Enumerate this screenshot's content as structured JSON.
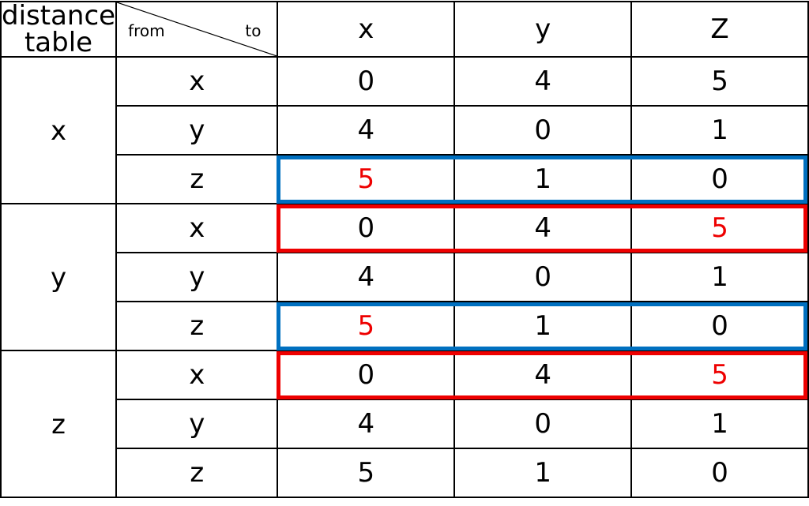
{
  "corner": {
    "title": "distance\ntable",
    "from_label": "from",
    "to_label": "to"
  },
  "columns": [
    "x",
    "y",
    "Z"
  ],
  "groups": [
    {
      "label": "x",
      "rows": [
        {
          "from": "x",
          "values": [
            "0",
            "4",
            "5"
          ],
          "red": [
            false,
            false,
            false
          ]
        },
        {
          "from": "y",
          "values": [
            "4",
            "0",
            "1"
          ],
          "red": [
            false,
            false,
            false
          ]
        },
        {
          "from": "z",
          "values": [
            "5",
            "1",
            "0"
          ],
          "red": [
            true,
            false,
            false
          ],
          "highlight": "blue"
        }
      ]
    },
    {
      "label": "y",
      "rows": [
        {
          "from": "x",
          "values": [
            "0",
            "4",
            "5"
          ],
          "red": [
            false,
            false,
            true
          ],
          "highlight": "red"
        },
        {
          "from": "y",
          "values": [
            "4",
            "0",
            "1"
          ],
          "red": [
            false,
            false,
            false
          ]
        },
        {
          "from": "z",
          "values": [
            "5",
            "1",
            "0"
          ],
          "red": [
            true,
            false,
            false
          ],
          "highlight": "blue"
        }
      ]
    },
    {
      "label": "z",
      "rows": [
        {
          "from": "x",
          "values": [
            "0",
            "4",
            "5"
          ],
          "red": [
            false,
            false,
            true
          ],
          "highlight": "red"
        },
        {
          "from": "y",
          "values": [
            "4",
            "0",
            "1"
          ],
          "red": [
            false,
            false,
            false
          ]
        },
        {
          "from": "z",
          "values": [
            "5",
            "1",
            "0"
          ],
          "red": [
            false,
            false,
            false
          ]
        }
      ]
    }
  ],
  "colors": {
    "highlight_blue": "#0070c0",
    "highlight_red": "#ee0000",
    "value_red": "#ee0000"
  }
}
